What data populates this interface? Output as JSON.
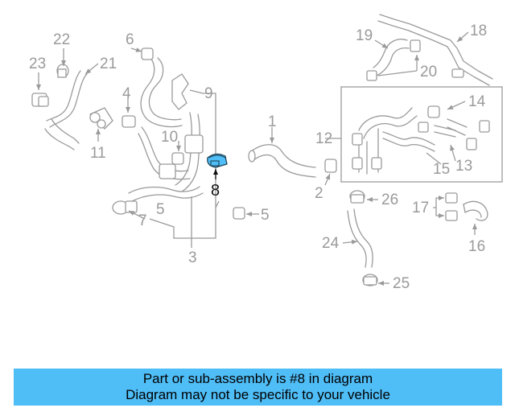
{
  "diagram": {
    "highlight_color": "#4fbdf6",
    "part_color": "#9a9a9a",
    "callouts": {
      "c1": "1",
      "c2": "2",
      "c3": "3",
      "c4": "4",
      "c5a": "5",
      "c5b": "5",
      "c6": "6",
      "c7": "7",
      "c8": "8",
      "c9": "9",
      "c10": "10",
      "c11": "11",
      "c12": "12",
      "c13": "13",
      "c14": "14",
      "c15": "15",
      "c16": "16",
      "c17": "17",
      "c18": "18",
      "c19": "19",
      "c20": "20",
      "c21": "21",
      "c22": "22",
      "c23": "23",
      "c24": "24",
      "c25": "25",
      "c26": "26"
    }
  },
  "banner": {
    "line1": "Part or sub-assembly is #8 in diagram",
    "line2": "Diagram may not be specific to your vehicle"
  }
}
